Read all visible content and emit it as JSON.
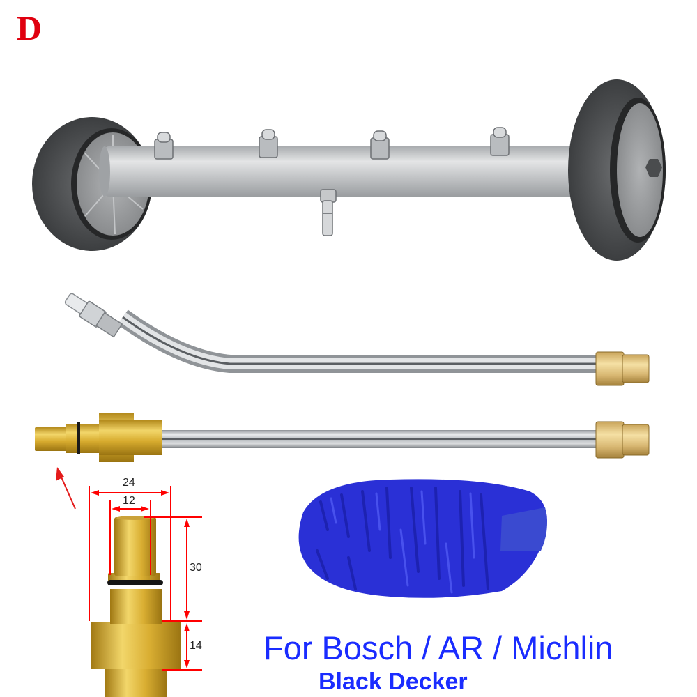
{
  "variant": {
    "label": "D",
    "color": "#e0000f"
  },
  "products": {
    "surface_cleaner": {
      "name": "Undercarriage washer bar with 4 nozzles and 2 wheels",
      "nozzle_count": 4
    },
    "curved_wand": {
      "name": "Bent extension wand with quick-connect plug and brass coupler"
    },
    "straight_wand": {
      "name": "Straight extension wand with brass adapter and brass coupler"
    },
    "wash_mitt": {
      "name": "Blue chenille microfiber wash mitt",
      "color": "#2a2fd8"
    }
  },
  "dimensions": {
    "outer_width": "24",
    "inner_width": "12",
    "tip_length": "30",
    "hex_length": "14",
    "line_color": "#ff0000"
  },
  "compatibility": {
    "line1": "For Bosch / AR / Michlin",
    "line2": "Black Decker",
    "color": "#1a2cff"
  }
}
